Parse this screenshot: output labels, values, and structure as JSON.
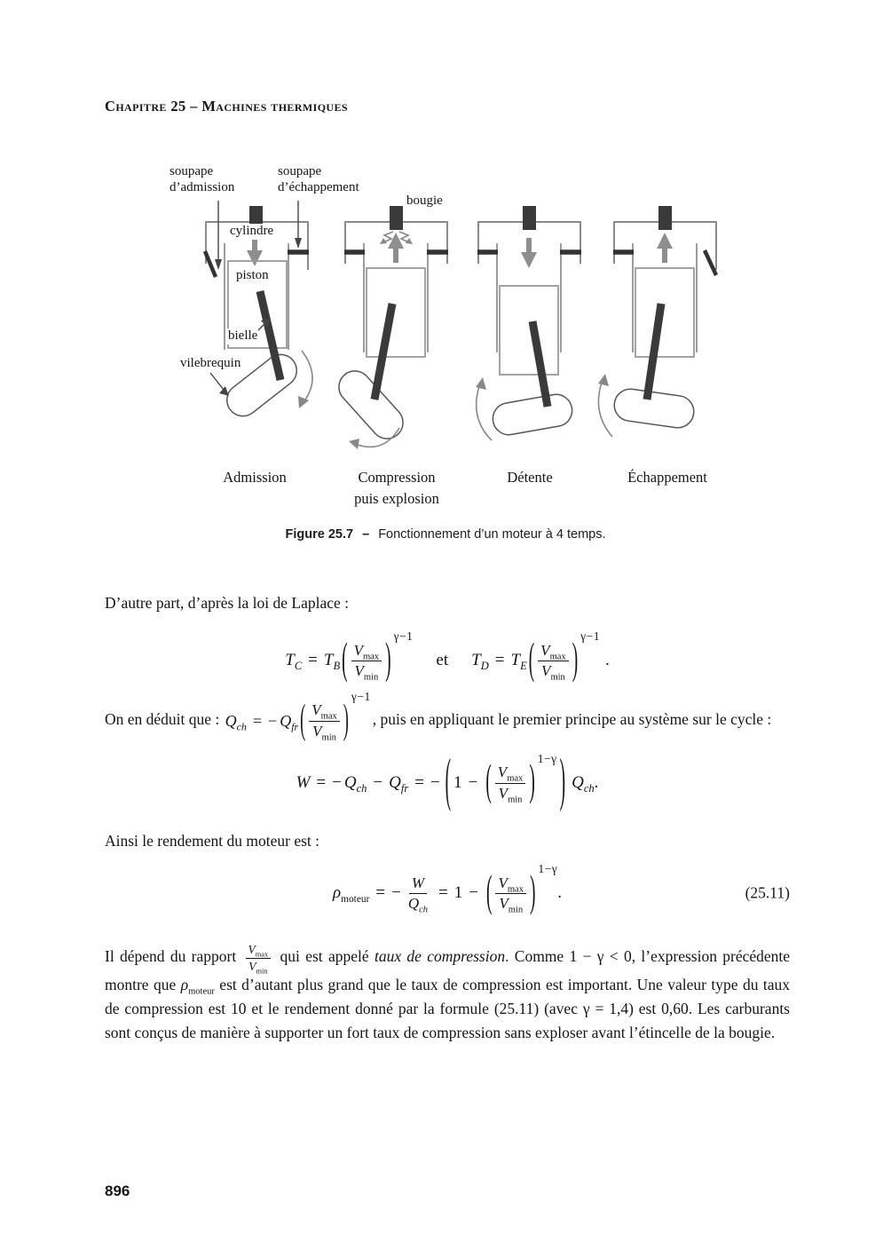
{
  "page": {
    "header": "Chapitre 25 – Machines thermiques",
    "page_number": "896"
  },
  "figure": {
    "labels": {
      "soupape_admission_l1": "soupape",
      "soupape_admission_l2": "d’admission",
      "soupape_echappement_l1": "soupape",
      "soupape_echappement_l2": "d’échappement",
      "bougie": "bougie",
      "cylindre": "cylindre",
      "piston": "piston",
      "bielle": "bielle",
      "vilebrequin": "vilebrequin"
    },
    "stages": {
      "admission": "Admission",
      "compression_l1": "Compression",
      "compression_l2": "puis explosion",
      "detente": "Détente",
      "echappement": "Échappement"
    },
    "caption": {
      "label": "Figure 25.7",
      "dash": "–",
      "text": "Fonctionnement d’un moteur à 4 temps."
    },
    "colors": {
      "dark_parts": "#3a3a3a",
      "outline_gray": "#8c8c8c",
      "flow_arrow_gray": "#8e8e8e",
      "rotation_arrow_gray": "#888888"
    }
  },
  "math": {
    "V": "V",
    "max": "max",
    "min": "min",
    "gamma_minus_one": "γ−1",
    "one_minus_gamma": "1−γ",
    "lparen": "(",
    "rparen": ")",
    "equals": "=",
    "minus": "−",
    "one": "1",
    "period": "."
  },
  "equations": {
    "laplace": {
      "T": "T",
      "C": "C",
      "B": "B",
      "D": "D",
      "E": "E",
      "et": "et"
    },
    "deduit": {
      "Q": "Q",
      "ch": "ch",
      "fr": "fr"
    },
    "work": {
      "W": "W",
      "Q": "Q",
      "ch": "ch",
      "fr": "fr"
    },
    "rendement": {
      "rho": "ρ",
      "moteur": "moteur",
      "W": "W",
      "Q": "Q",
      "ch": "ch",
      "number": "(25.11)"
    }
  },
  "body": {
    "para_laplace": "D’autre part, d’après la loi de Laplace :",
    "para_deduit_lead": "On en déduit que :",
    "para_deduit_tail": ", puis en appliquant le premier principe au système sur le cycle :",
    "para_rendement": "Ainsi le rendement du moteur est  :",
    "para_taux_s1": "Il dépend du rapport",
    "para_taux_s2": "qui est appelé",
    "para_taux_italic": "taux de compression",
    "para_taux_s3": ". Comme 1 − γ < 0, l’expression précédente montre que",
    "para_taux_rho": "ρ",
    "para_taux_rho_sub": "moteur",
    "para_taux_s4": "est d’autant plus grand que le taux de compression est important. Une valeur type du taux de compression est 10 et le rendement donné par la formule (25.11) (avec γ = 1,4) est 0,60. Les carburants sont conçus de manière à supporter un fort taux de compression sans exploser avant l’étincelle de la bougie."
  }
}
